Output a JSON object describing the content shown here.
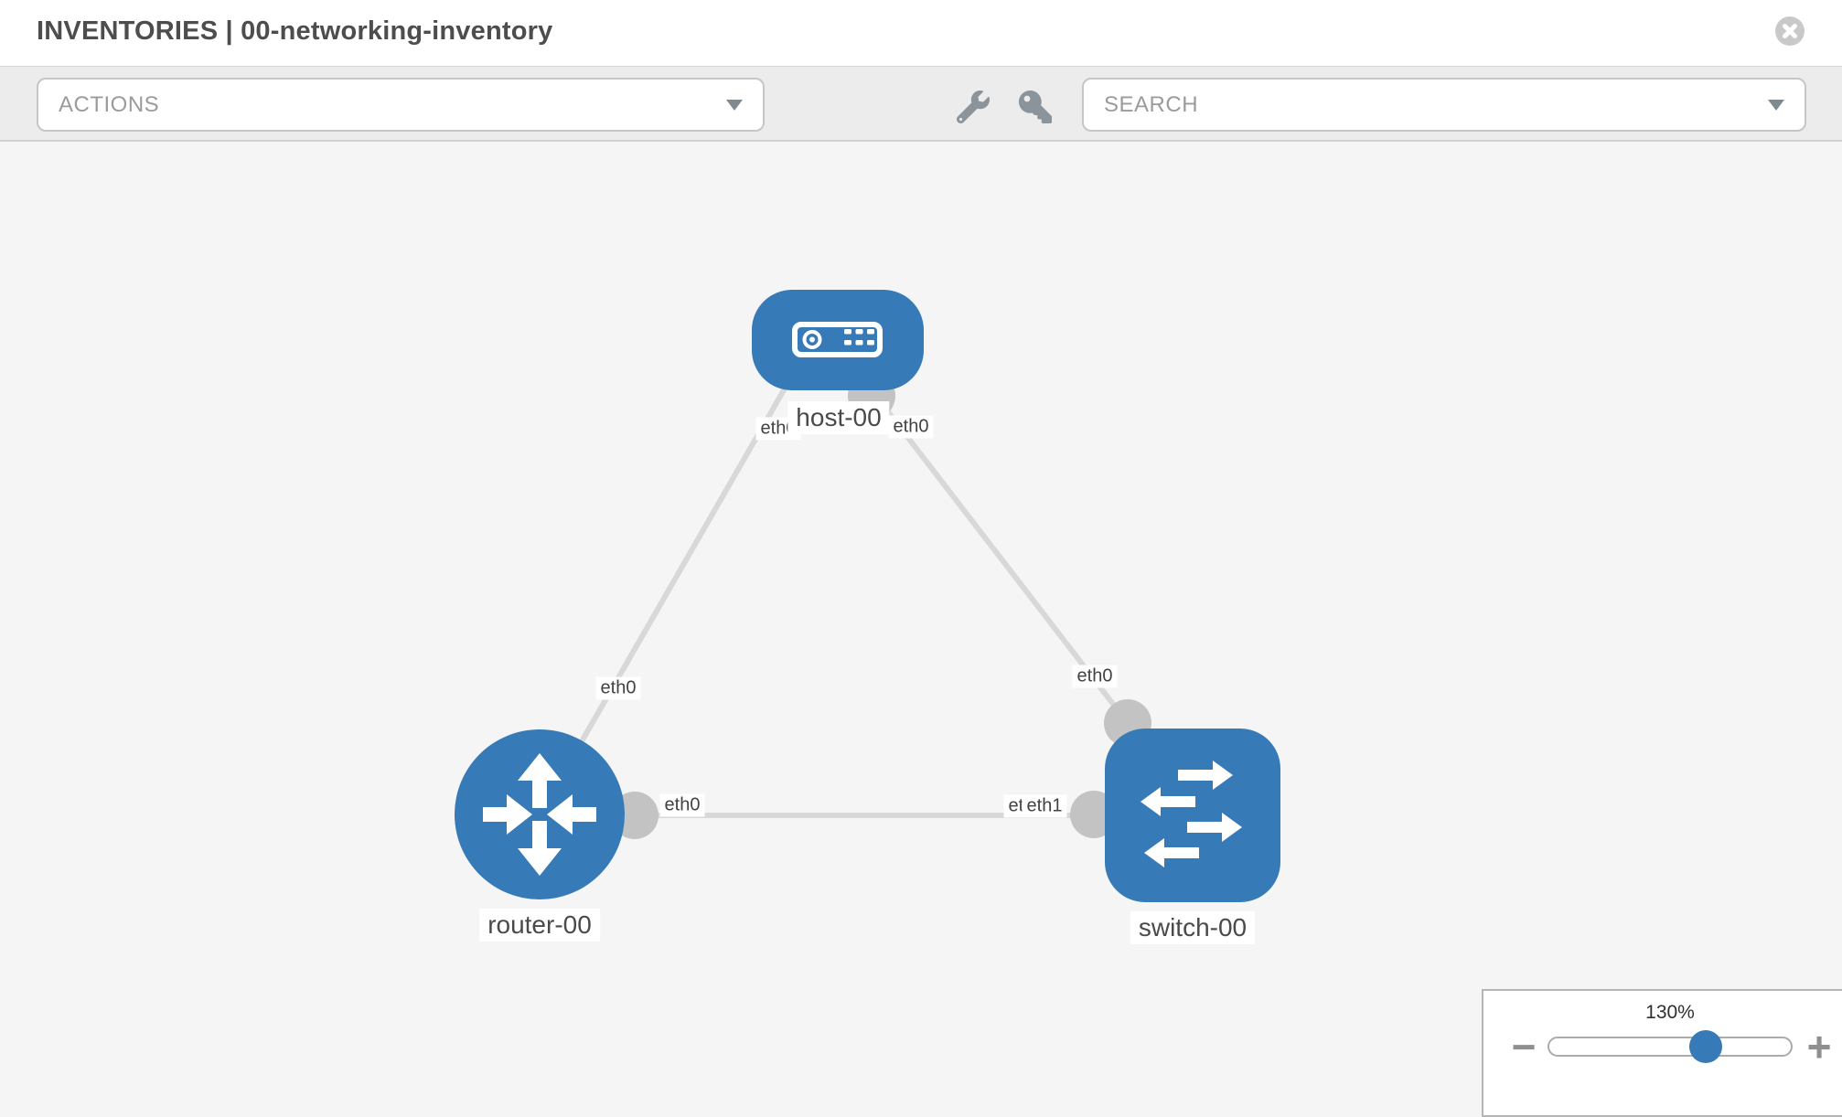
{
  "header": {
    "title": "INVENTORIES | 00-networking-inventory"
  },
  "toolbar": {
    "actions_label": "ACTIONS",
    "search_placeholder": "SEARCH"
  },
  "icons": {
    "close": "circle-x",
    "tools": "wrench",
    "credentials": "key",
    "dropdown_caret": "triangle-down",
    "zoom_out": "minus",
    "zoom_in": "plus"
  },
  "colors": {
    "node_blue": "#377ab8",
    "link_gray": "#d8d8d8",
    "interface_gray": "#c3c3c3",
    "toolbar_gray": "#ececec",
    "canvas_gray": "#f5f5f5"
  },
  "topology": {
    "nodes": [
      {
        "id": "host-00",
        "type": "host",
        "label": "host-00"
      },
      {
        "id": "router-00",
        "type": "router",
        "label": "router-00"
      },
      {
        "id": "switch-00",
        "type": "switch",
        "label": "switch-00"
      }
    ],
    "links": [
      {
        "from": "host-00",
        "from_interface": "eth0",
        "to": "router-00",
        "to_interface": "eth0"
      },
      {
        "from": "host-00",
        "from_interface": "eth0",
        "to": "switch-00",
        "to_interface": "eth0"
      },
      {
        "from": "router-00",
        "from_interface": "eth0",
        "to": "switch-00",
        "to_interface": "eth1"
      }
    ],
    "interface_labels": [
      {
        "link": 0,
        "end": "host-00",
        "text": "eth0"
      },
      {
        "link": 0,
        "end": "router-00",
        "text": "eth0"
      },
      {
        "link": 1,
        "end": "host-00",
        "text": "eth0"
      },
      {
        "link": 1,
        "end": "switch-00",
        "text": "eth0"
      },
      {
        "link": 2,
        "end": "router-00",
        "text": "eth0"
      },
      {
        "link": 2,
        "end": "switch-00",
        "text": "eth0"
      },
      {
        "link": 2,
        "end": "switch-00",
        "text": "eth1"
      }
    ]
  },
  "zoom_control": {
    "value": "130%",
    "minus_label": "−",
    "plus_label": "+"
  }
}
